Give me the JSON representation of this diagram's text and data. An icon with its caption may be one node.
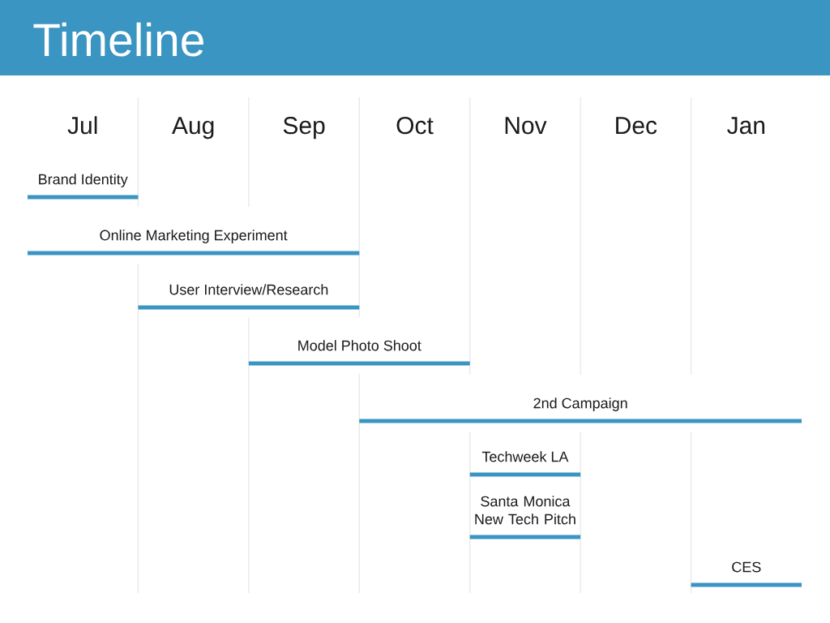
{
  "diagram": {
    "title": "Timeline",
    "nodes": [
      {
        "text": [
          "Brand Identity"
        ]
      },
      {
        "text": [
          "Online Marketing Experiment"
        ]
      },
      {
        "text": [
          "User Interview/Research"
        ]
      },
      {
        "text": [
          "Model Photo Shoot"
        ]
      },
      {
        "text": [
          "2nd Campaign"
        ]
      },
      {
        "text": [
          "Techweek LA"
        ]
      },
      {
        "text": [
          "Santa Monica New Tech Pitch"
        ]
      },
      {
        "text": [
          "CES"
        ]
      }
    ],
    "labels": [
      "Jul",
      "Aug",
      "Sep",
      "Oct",
      "Nov",
      "Dec",
      "Jan"
    ]
  }
}
